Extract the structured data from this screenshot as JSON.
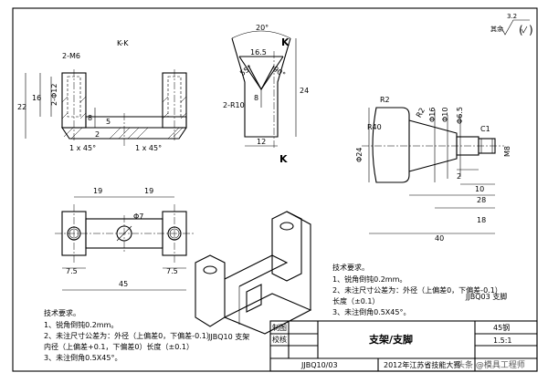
{
  "views": {
    "kk_label": "K-K",
    "k_top": "K",
    "k_bottom": "K",
    "top_angle": "20°",
    "surface_symbol_value": "3.2",
    "surface_symbol_note": "其余"
  },
  "dims_section": {
    "m6": "2-M6",
    "d12": "2-Φ12",
    "v22": "22",
    "v16": "16",
    "v8": "8",
    "v5": "5",
    "v2": "2",
    "chamfer_left": "1 x 45°",
    "chamfer_right": "1 x 45°"
  },
  "dims_side": {
    "d16_5": "16.5",
    "r10": "2-R10",
    "d24": "24",
    "d12": "12",
    "d8": "8",
    "d55": "55°",
    "d90": "90°"
  },
  "dims_plan": {
    "left19": "19",
    "right19": "19",
    "dia7": "Φ7",
    "left7_5": "7.5",
    "right7_5": "7.5",
    "overall45": "45"
  },
  "dims_shaft": {
    "r2": "R2",
    "r40": "R40",
    "r2b": "R2",
    "dia10": "Φ10",
    "dia16": "Φ16",
    "dia6_5": "Φ6.5",
    "dia24": "Φ24",
    "c1": "C1",
    "m8": "M8",
    "l2": "2",
    "l10": "10",
    "l28": "28",
    "l18": "18",
    "l40": "40"
  },
  "notes_left": {
    "title": "技术要求。",
    "line1": "1、锐角倒钝0.2mm。",
    "line2": "2、未注尺寸公差为：外径（上偏差0，下偏差-0.1）",
    "line3": "内径（上偏差+0.1，下偏差0）长度（±0.1）",
    "line4": "3、未注倒角0.5X45°。"
  },
  "notes_right": {
    "title": "技术要求。",
    "line1": "1、锐角倒钝0.2mm。",
    "line2": "2、未注尺寸公差为：外径（上偏差0，下偏差-0.1）",
    "line3": "长度（±0.1）",
    "line4": "3、未注倒角0.5X45°。"
  },
  "part_labels": {
    "bracket": "JJBQ10 支架",
    "foot": "JJBQ03 支脚"
  },
  "title_block": {
    "made_by": "制图",
    "checked_by": "校核",
    "title": "支架/支脚",
    "material": "45钢",
    "scale": "1.5:1",
    "drawing_no": "JJBQ10/03",
    "competition": "2012年江苏省技能大赛",
    "watermark": "头条 @模具工程师"
  }
}
